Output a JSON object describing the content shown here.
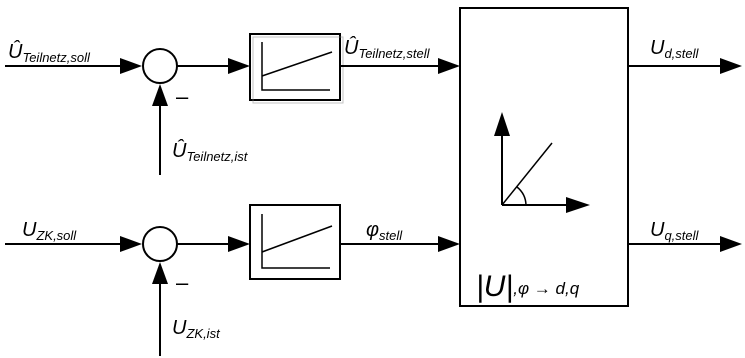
{
  "signals": {
    "u_teilnetz_soll": {
      "symbol": "Û",
      "sub": "Teilnetz,soll"
    },
    "u_teilnetz_ist": {
      "symbol": "Û",
      "sub": "Teilnetz,ist"
    },
    "u_teilnetz_stell": {
      "symbol": "Û",
      "sub": "Teilnetz,stell"
    },
    "u_zk_soll": {
      "symbol": "U",
      "sub": "ZK,soll"
    },
    "u_zk_ist": {
      "symbol": "U",
      "sub": "ZK,ist"
    },
    "phi_stell": {
      "symbol": "φ",
      "sub": "stell"
    },
    "u_d_stell": {
      "symbol": "U",
      "sub": "d,stell"
    },
    "u_q_stell": {
      "symbol": "U",
      "sub": "q,stell"
    }
  },
  "summing_junctions": {
    "upper_minus": "–",
    "lower_minus": "–"
  },
  "transform_block": {
    "abs_u": "|U|",
    "rest": ",φ → d,q"
  }
}
